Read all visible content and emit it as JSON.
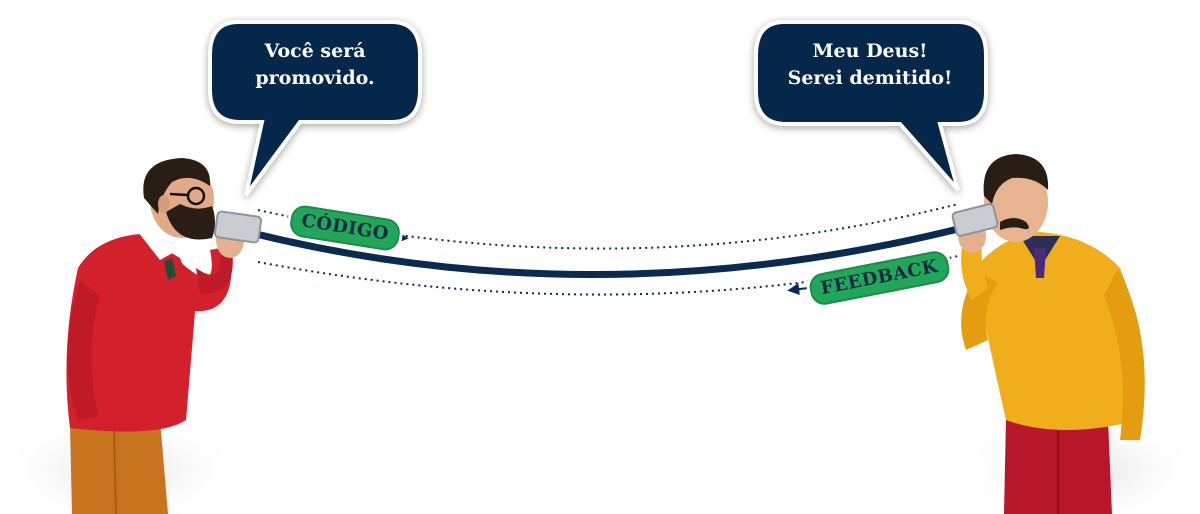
{
  "bubbles": {
    "left": {
      "line1": "Você será",
      "line2": "promovido."
    },
    "right": {
      "line1": "Meu Deus!",
      "line2": "Serei demitido!"
    }
  },
  "tags": {
    "codigo": "CÓDIGO",
    "feedback": "FEEDBACK"
  },
  "colors": {
    "bubble": "#05274a",
    "string": "#0a2a52",
    "tag_green": "#22a75a",
    "tag_text": "#102a43",
    "left_sweater": "#d3202d",
    "left_pants": "#c8731e",
    "right_sweater": "#f0ad1c",
    "right_pants": "#b8162a"
  },
  "figures": {
    "left": {
      "icon": "man-red-sweater-with-tin-can"
    },
    "right": {
      "icon": "man-yellow-sweater-with-tin-can"
    }
  }
}
